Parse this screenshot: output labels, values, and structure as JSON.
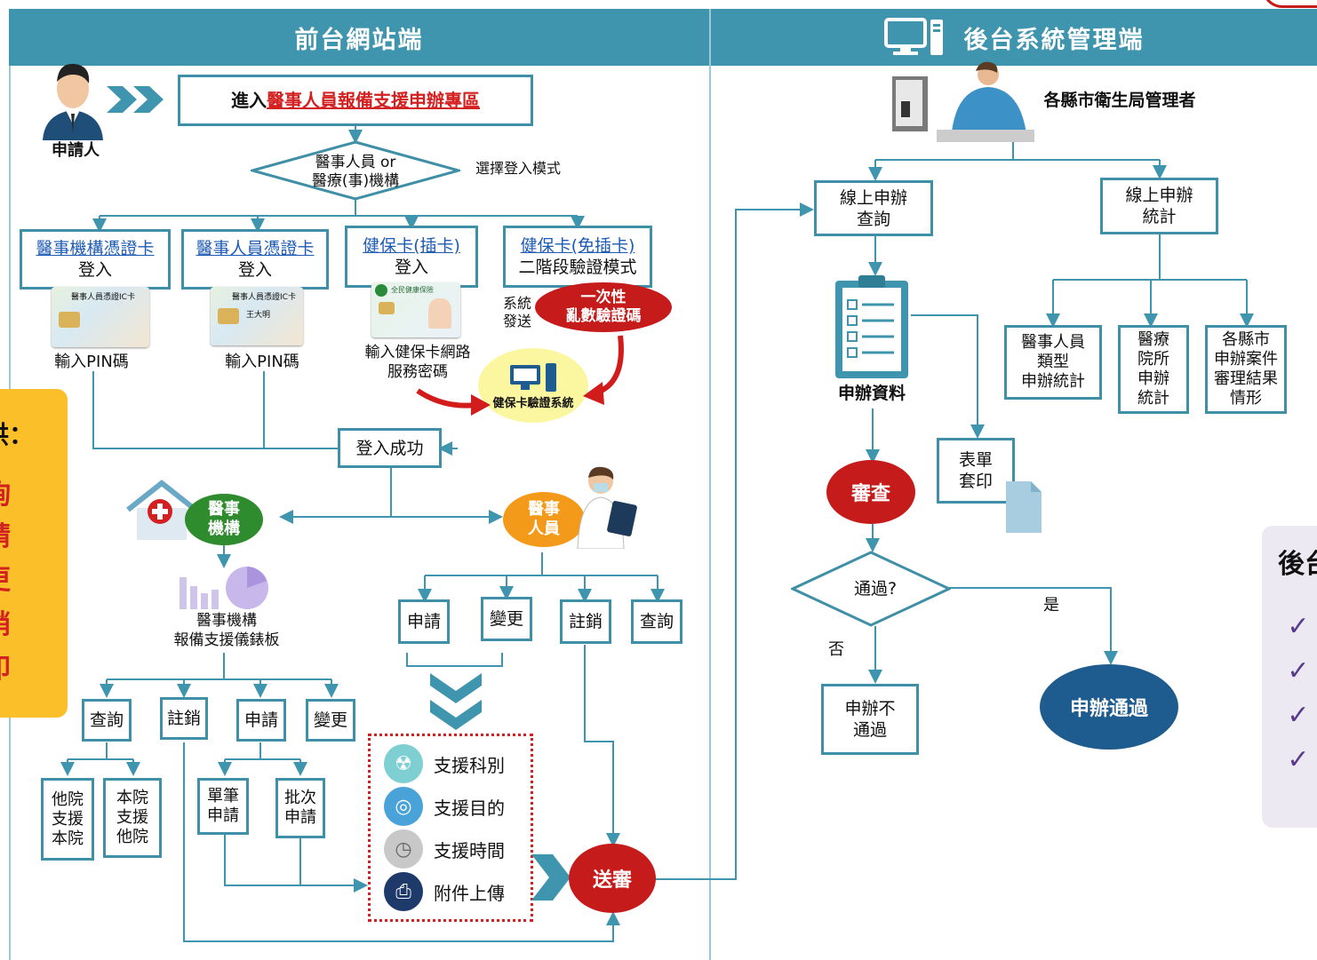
{
  "colors": {
    "header": "#3f95ad",
    "box_border": "#3f8fa6",
    "line": "#3f95ad",
    "red_oval": "#c61b1b",
    "blue_oval": "#1e5b8e",
    "green_oval": "#2e8b2e",
    "orange_oval": "#f39a1a",
    "side_panel": "#fbc02d"
  },
  "headers": {
    "front": "前台網站端",
    "back": "後台系統管理端"
  },
  "front": {
    "applicant": "申請人",
    "entry_prefix": "進入",
    "entry_link": "醫事人員報備支援申辦專區",
    "diamond_line1": "醫事人員 or",
    "diamond_line2": "醫療(事)機構",
    "select_login": "選擇登入模式",
    "login": [
      {
        "link": "醫事機構憑證卡",
        "sub": "登入"
      },
      {
        "link": "醫事人員憑證卡",
        "sub": "登入"
      },
      {
        "link": "健保卡(插卡)",
        "sub": "登入"
      },
      {
        "link": "健保卡(免插卡)",
        "sub": "二階段驗證模式"
      }
    ],
    "card1_title": "醫事人員憑證IC卡",
    "card2_title": "醫事人員憑證IC卡",
    "card2_name": "王大明",
    "card3_title": "全民健康保險",
    "pin1": "輸入PIN碼",
    "pin2": "輸入PIN碼",
    "nhi_pw_1": "輸入健保卡網路",
    "nhi_pw_2": "服務密碼",
    "sys_send_1": "系統",
    "sys_send_2": "發送",
    "otp_1": "一次性",
    "otp_2": "亂數驗證碼",
    "nhi_verify": "健保卡驗證系統",
    "login_ok": "登入成功",
    "inst_1": "醫事",
    "inst_2": "機構",
    "staff_1": "醫事",
    "staff_2": "人員",
    "dashboard_1": "醫事機構",
    "dashboard_2": "報備支援儀錶板",
    "inst_actions": [
      "查詢",
      "註銷",
      "申請",
      "變更"
    ],
    "staff_actions": [
      "申請",
      "變更",
      "註銷",
      "查詢"
    ],
    "other_to_this": [
      "他院",
      "支援",
      "本院"
    ],
    "this_to_other": [
      "本院",
      "支援",
      "他院"
    ],
    "single": [
      "單筆",
      "申請"
    ],
    "batch": [
      "批次",
      "申請"
    ],
    "support_items": [
      "支援科別",
      "支援目的",
      "支援時間",
      "附件上傳"
    ],
    "submit": "送審"
  },
  "side_panel": {
    "chars": [
      "供：",
      "詢",
      "請",
      "更",
      "銷",
      "印"
    ]
  },
  "back": {
    "admin": "各縣市衛生局管理者",
    "online_query": [
      "線上申辦",
      "查詢"
    ],
    "online_stats": [
      "線上申辦",
      "統計"
    ],
    "stat1": [
      "醫事人員",
      "類型",
      "申辦統計"
    ],
    "stat2": [
      "醫療",
      "院所",
      "申辦",
      "統計"
    ],
    "stat3": [
      "各縣市",
      "申辦案件",
      "審理結果",
      "情形"
    ],
    "app_data": "申辦資料",
    "form_print": [
      "表單",
      "套印"
    ],
    "review": "審查",
    "passed_q": "通過?",
    "yes": "是",
    "no": "否",
    "reject": [
      "申辦不",
      "通過"
    ],
    "approved": "申辦通過",
    "right_title": "後台",
    "checks": [
      "✓",
      "✓",
      "✓",
      "✓"
    ]
  }
}
